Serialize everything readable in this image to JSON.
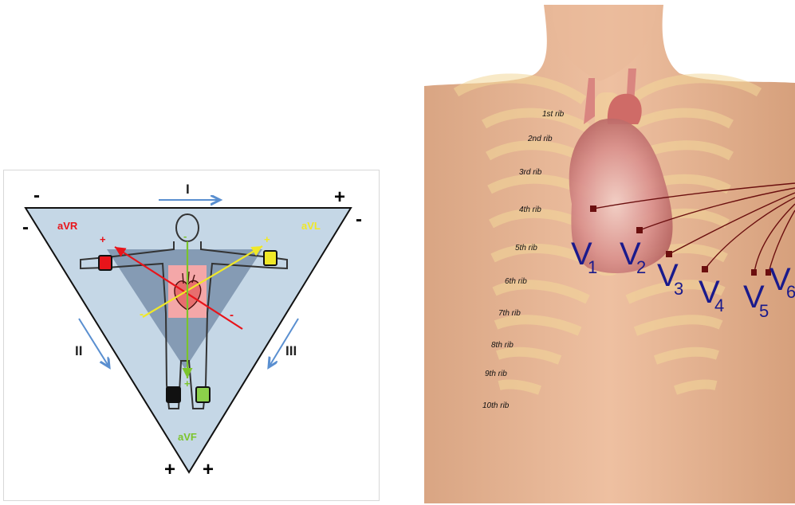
{
  "einthoven": {
    "leads": {
      "I": "I",
      "II": "II",
      "III": "III"
    },
    "augmented": {
      "aVR": "aVR",
      "aVL": "aVL",
      "aVF": "aVF"
    },
    "signs": {
      "minus": "-",
      "plus": "+"
    },
    "colors": {
      "triangle_fill": "#c5d7e6",
      "inner_triangle": "#6f87a3",
      "aVR": "#e8141a",
      "aVL": "#f0e828",
      "aVF": "#7bc42c",
      "arrow_blue": "#5a8fd0",
      "heart_box": "#f4a7a8"
    }
  },
  "precordial": {
    "ribs": [
      "1st rib",
      "2nd rib",
      "3rd rib",
      "4th rib",
      "5th rib",
      "6th rib",
      "7th rib",
      "8th rib",
      "9th rib",
      "10th rib"
    ],
    "electrodes": [
      {
        "letter": "V",
        "sub": "1"
      },
      {
        "letter": "V",
        "sub": "2"
      },
      {
        "letter": "V",
        "sub": "3"
      },
      {
        "letter": "V",
        "sub": "4"
      },
      {
        "letter": "V",
        "sub": "5"
      },
      {
        "letter": "V",
        "sub": "6"
      }
    ],
    "colors": {
      "label": "#1a1a8c",
      "electrode": "#6b0f0f",
      "skin": "#e4b493"
    }
  }
}
